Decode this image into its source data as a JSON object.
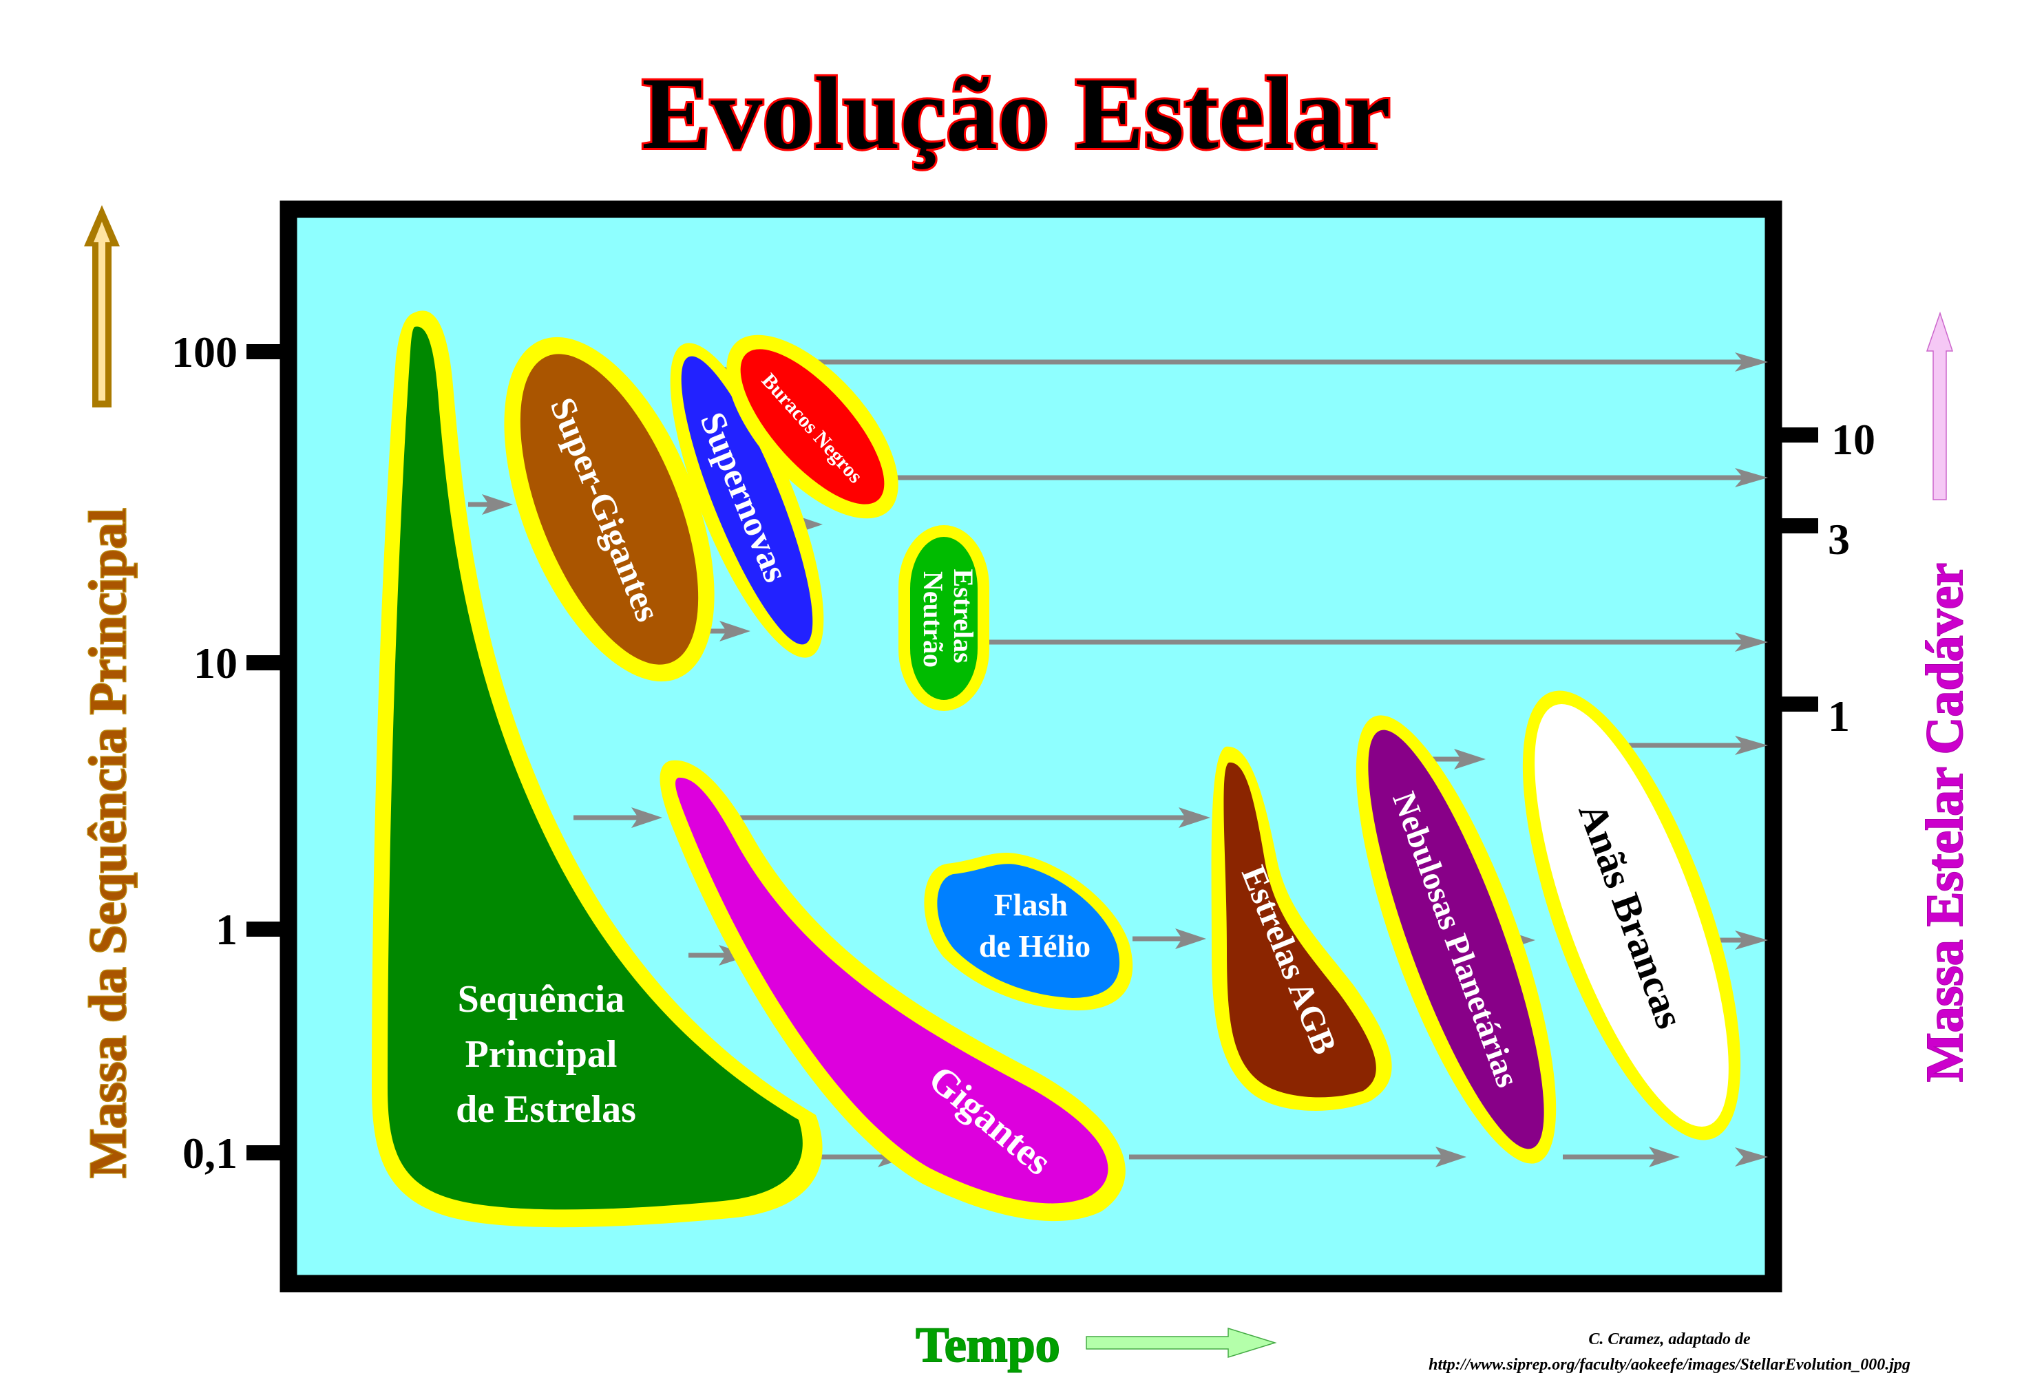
{
  "title": "Evolução Estelar",
  "y_axis_left": {
    "label": "Massa da Sequência Principal",
    "ticks": [
      "100",
      "10",
      "1",
      "0,1"
    ],
    "arrow_color": "#aa7a00"
  },
  "y_axis_right": {
    "label": "Massa Estelar Cadáver",
    "ticks": [
      "10",
      "3",
      "1"
    ],
    "arrow_color": "#f5c8f5"
  },
  "x_axis": {
    "label": "Tempo",
    "arrow_color": "#b4ffaa"
  },
  "regions": {
    "main_sequence": {
      "line1": "Sequência",
      "line2": "Principal",
      "line3": "de Estrelas",
      "color": "#008800"
    },
    "super_giants": {
      "label": "Super-Gigantes",
      "color": "#aa5500"
    },
    "supernovas": {
      "label": "Supernovas",
      "color": "#2222ff"
    },
    "black_holes": {
      "label": "Buracos Negros",
      "color": "#ff0000"
    },
    "neutron_stars": {
      "line1": "Estrelas",
      "line2": "Neutrão",
      "color": "#00bb00"
    },
    "giants": {
      "label": "Gigantes",
      "color": "#dd00dd"
    },
    "helium_flash": {
      "line1": "Flash",
      "line2": "de Hélio",
      "color": "#0080ff"
    },
    "agb_stars": {
      "label": "Estrelas AGB",
      "color": "#8b2500"
    },
    "planetary_nebulae": {
      "label": "Nebulosas Planetárias",
      "color": "#880088"
    },
    "white_dwarfs": {
      "label": "Anãs Brancas",
      "color": "#ffffff"
    }
  },
  "colors": {
    "plot_background": "#8effff",
    "frame": "#000000",
    "region_outline": "#ffff00",
    "flow_arrows": "#888888",
    "title_outline": "#ff0000"
  },
  "credit": {
    "line1": "C. Cramez, adaptado de",
    "line2": "http://www.siprep.org/faculty/aokeefe/images/StellarEvolution_000.jpg"
  }
}
